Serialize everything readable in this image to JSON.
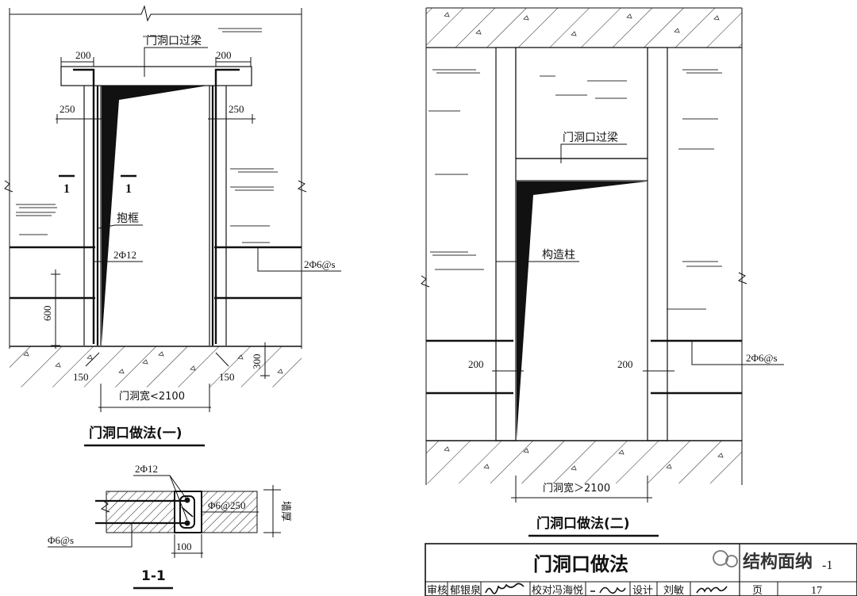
{
  "fig1": {
    "lintel_label": "门洞口过梁",
    "dim_left_top": "200",
    "dim_right_top": "200",
    "dim_left_side": "250",
    "dim_right_side": "250",
    "section_mark_left": "1",
    "section_mark_right": "1",
    "frame_label": "抱框",
    "rebar_label": "2Φ12",
    "tie_label": "2Φ6@s",
    "dim_600": "600",
    "dim_300": "300",
    "dim_150_left": "150",
    "dim_150_right": "150",
    "width_label": "门洞宽<2100",
    "caption": "门洞口做法(一)"
  },
  "section": {
    "rebar_label": "2Φ12",
    "stirrup_label": "Φ6@250",
    "tie_label": "Φ6@s",
    "wall_thickness_label": "墙厚",
    "dim_100": "100",
    "caption": "1-1"
  },
  "fig2": {
    "lintel_label": "门洞口过梁",
    "column_label": "构造柱",
    "dim_left": "200",
    "dim_right": "200",
    "tie_label": "2Φ6@s",
    "width_label": "门洞宽＞2100",
    "caption": "门洞口做法(二)"
  },
  "title_block": {
    "title": "门洞口做法",
    "review_label": "审核",
    "review_name": "郁银泉",
    "check_label": "校对",
    "check_name": "冯海悦",
    "design_label": "设计",
    "design_name": "刘敏",
    "page_label": "页",
    "page_number": "17",
    "atlas_number": "-1",
    "watermark": "结构面纳"
  },
  "colors": {
    "ink": "#111111",
    "paper": "#ffffff",
    "hatch": "#222222"
  }
}
